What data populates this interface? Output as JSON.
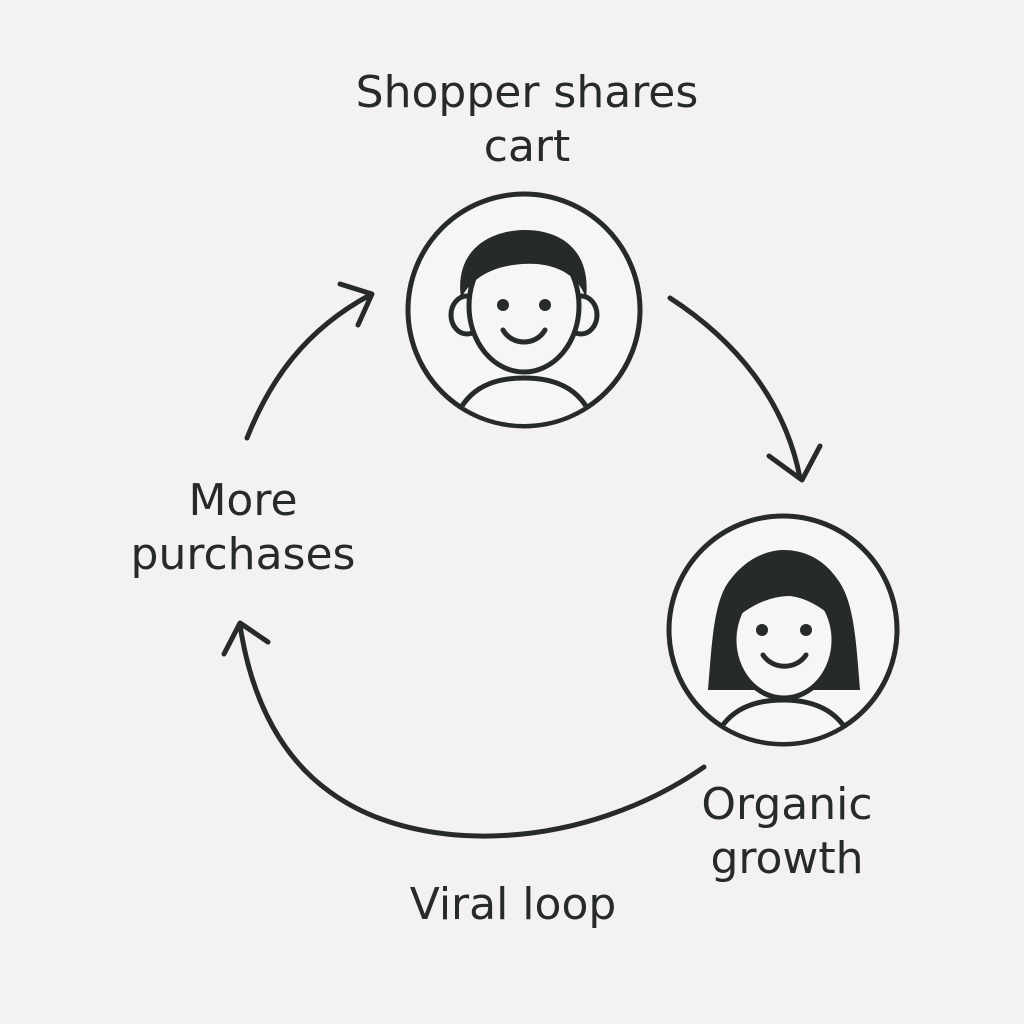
{
  "colors": {
    "background": "#f3f2f0",
    "ink": "#262a2a",
    "avatar_fill": "#f6f6f4"
  },
  "nodes": {
    "shopper": {
      "label_line1": "Shopper shares",
      "label_line2": "cart",
      "icon": "man-avatar-icon"
    },
    "friend": {
      "label_line1": "Organic",
      "label_line2": "growth",
      "icon": "woman-avatar-icon"
    },
    "purchases": {
      "label_line1": "More",
      "label_line2": "purchases"
    }
  },
  "caption": "Viral loop"
}
